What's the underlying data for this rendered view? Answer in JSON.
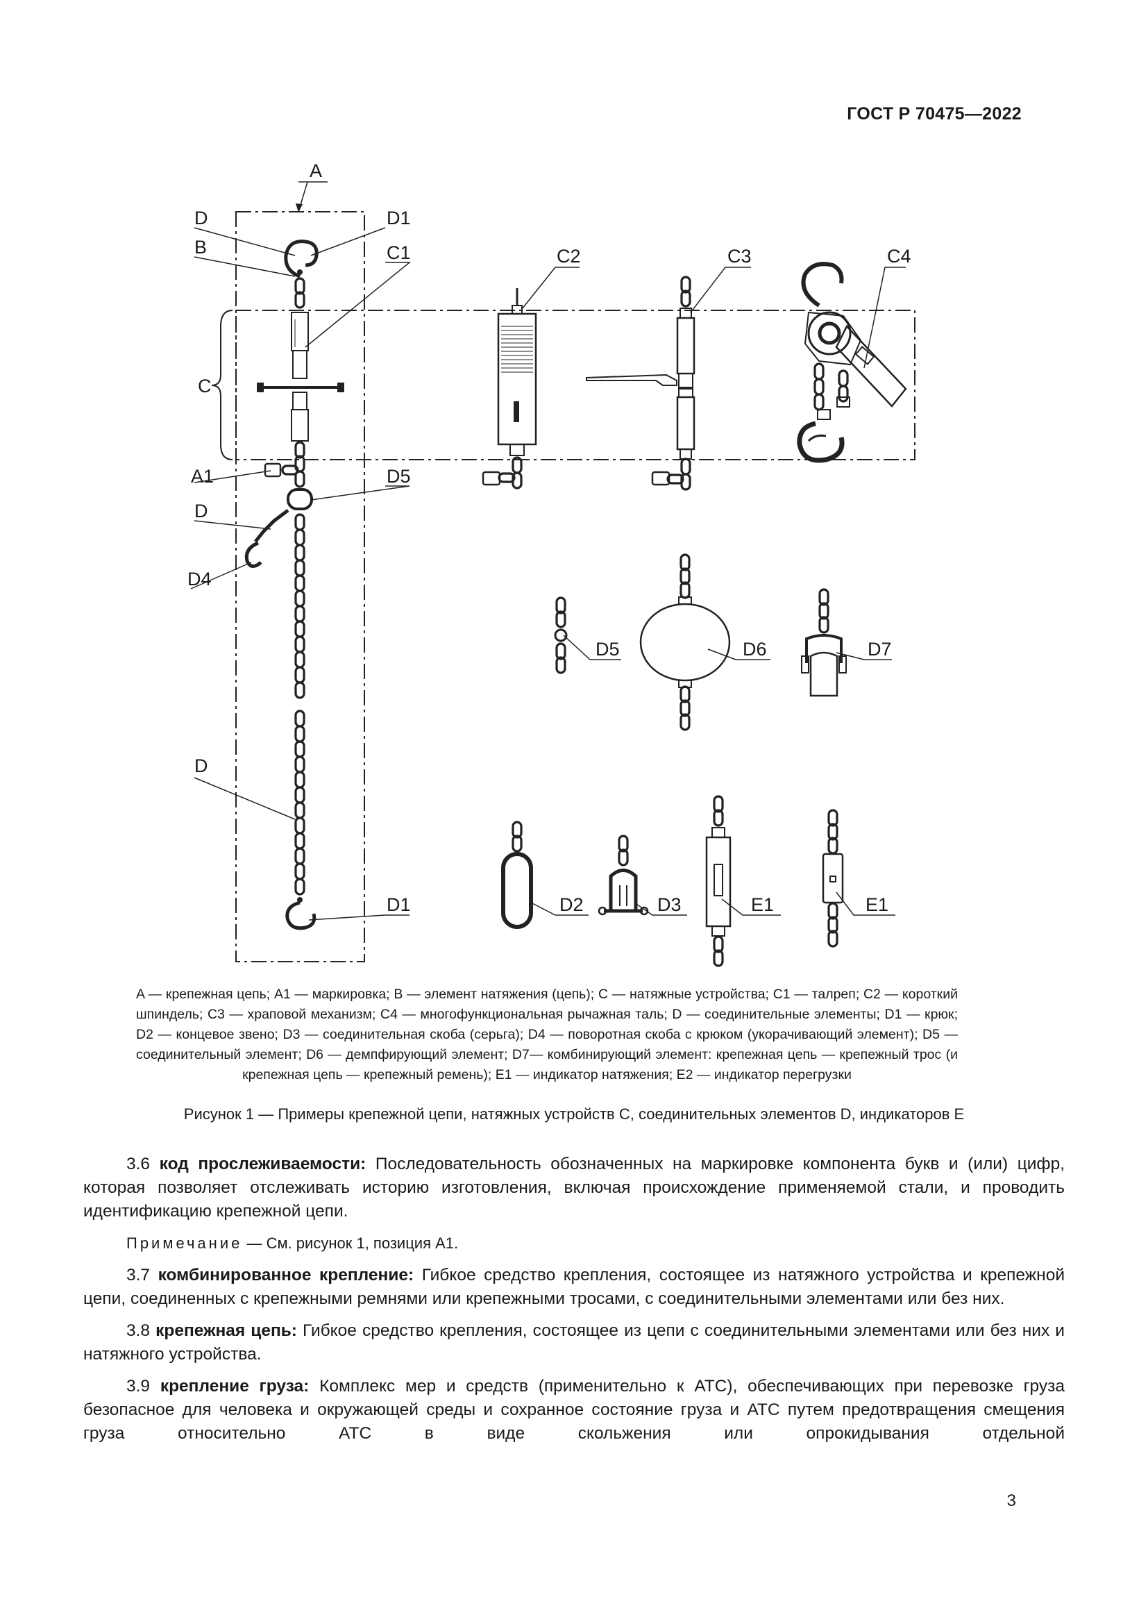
{
  "header": {
    "standard_code": "ГОСТ Р 70475—2022"
  },
  "figure": {
    "labels": {
      "A": "A",
      "D": "D",
      "D1": "D1",
      "B": "B",
      "C1": "C1",
      "C2": "C2",
      "C3": "C3",
      "C4": "C4",
      "C": "C",
      "A1": "A1",
      "D5": "D5",
      "D4": "D4",
      "D6": "D6",
      "D7": "D7",
      "D2": "D2",
      "D3": "D3",
      "E1": "E1"
    },
    "legend": "A — крепежная цепь; A1 — маркировка; B — элемент натяжения (цепь); C — натяжные устройства; C1 — талреп; C2 — короткий шпиндель; C3 — храповой механизм; C4 — многофункциональная рычажная таль; D — соединительные элементы; D1 — крюк; D2 — концевое звено; D3 — соединительная скоба (серьга); D4 — поворотная скоба с крюком (укорачивающий элемент); D5 — соединительный элемент; D6 — демпфирующий элемент; D7— комбинирующий элемент: крепежная цепь — крепежный трос (и крепежная цепь — крепежный ремень); E1 — индикатор натяжения; E2 — индикатор перегрузки",
    "caption": "Рисунок 1 — Примеры крепежной цепи, натяжных устройств C, соединительных элементов D, индикаторов E"
  },
  "sections": [
    {
      "number": "3.6",
      "term": "код прослеживаемости:",
      "text": "Последовательность обозначенных на маркировке компонента букв и (или) цифр, которая позволяет отслеживать историю изготовления, включая происхождение применяемой стали, и проводить идентификацию крепежной цепи."
    },
    {
      "note_label": "Примечание",
      "note_text": " — См. рисунок 1, позиция A1."
    },
    {
      "number": "3.7",
      "term": "комбинированное крепление:",
      "text": "Гибкое средство крепления, состоящее из натяжного устройства и крепежной цепи, соединенных с крепежными ремнями или крепежными тросами, с соединительными элементами или без них."
    },
    {
      "number": "3.8",
      "term": "крепежная цепь:",
      "text": "Гибкое средство крепления, состоящее из цепи с соединительными элементами или без них и натяжного устройства."
    },
    {
      "number": "3.9",
      "term": "крепление груза:",
      "text": "Комплекс мер и средств (применительно к АТС), обеспечивающих при перевозке груза безопасное для человека и окружающей среды и сохранное состояние груза и АТС путем предотвращения смещения груза относительно АТС в виде скольжения или опрокидывания отдельной"
    }
  ],
  "page_number": "3"
}
